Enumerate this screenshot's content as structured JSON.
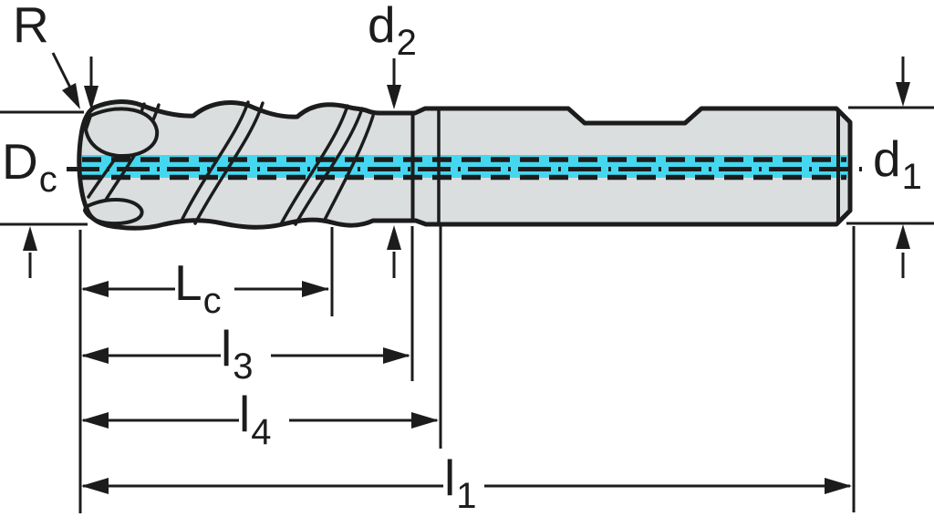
{
  "diagram": {
    "type": "technical-drawing",
    "subject": "end-mill-dimension-drawing",
    "labels": {
      "corner_radius": {
        "main": "R",
        "sub": ""
      },
      "cutting_diameter": {
        "main": "D",
        "sub": "c"
      },
      "neck_diameter": {
        "main": "d",
        "sub": "2"
      },
      "shank_diameter": {
        "main": "d",
        "sub": "1"
      },
      "cutting_edge_length": {
        "main": "L",
        "sub": "c"
      },
      "length_l3": {
        "main": "l",
        "sub": "3"
      },
      "length_l4": {
        "main": "l",
        "sub": "4"
      },
      "overall_length": {
        "main": "l",
        "sub": "1"
      }
    },
    "colors": {
      "body": "#dadedf",
      "coolant": "#45d7ef",
      "line": "#1c1c1c",
      "background": "#ffffff"
    }
  }
}
